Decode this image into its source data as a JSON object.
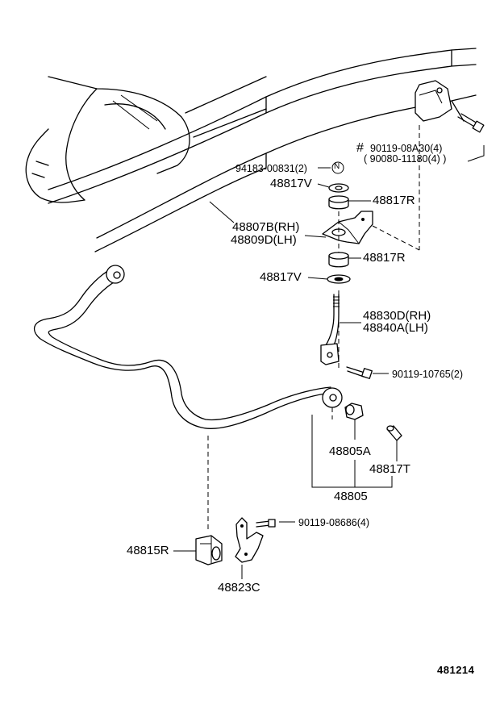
{
  "labels": {
    "p90119_08a30": "90119-08A30(4)",
    "p90080_11180": "90080-11180(4)",
    "hash_mark": "#",
    "p94183": "94183-00831(2)",
    "n_mark": "N",
    "p48817v_top": "48817V",
    "p48817r_top": "48817R",
    "p48807b": "48807B(RH)",
    "p48809d": "48809D(LH)",
    "p48817r_mid": "48817R",
    "p48817v_mid": "48817V",
    "p48830d": "48830D(RH)",
    "p48840a": "48840A(LH)",
    "p90119_10765": "90119-10765(2)",
    "p48805a": "48805A",
    "p48817t": "48817T",
    "p48805": "48805",
    "p90119_08686": "90119-08686(4)",
    "p48815r": "48815R",
    "p48823c": "48823C",
    "diagram_id": "481214"
  }
}
